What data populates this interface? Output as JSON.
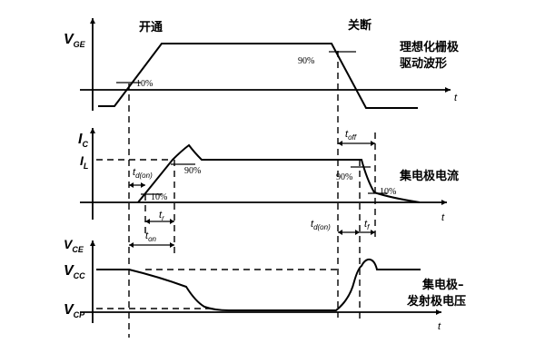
{
  "header": {
    "turn_on": "开通",
    "turn_off": "关断"
  },
  "panels": {
    "gate": {
      "axis": {
        "var": "V",
        "sub": "GE"
      },
      "caption_line1": "理想化栅极",
      "caption_line2": "驱动波形",
      "pct_rise": "10%",
      "pct_fall": "90%"
    },
    "collector_current": {
      "axis": {
        "var": "I",
        "sub": "C"
      },
      "level": {
        "var": "I",
        "sub": "L"
      },
      "caption": "集电极电流",
      "pct_rise_low": "10%",
      "pct_rise_high": "90%",
      "pct_fall_high": "90%",
      "pct_fall_low": "10%"
    },
    "collector_voltage": {
      "axis": {
        "var": "V",
        "sub": "CE"
      },
      "vcc": {
        "var": "V",
        "sub": "CC"
      },
      "vcp": {
        "var": "V",
        "sub": "CP"
      },
      "caption_line1": "集电极–",
      "caption_line2": "发射极电压"
    }
  },
  "time_label": "t",
  "intervals": {
    "td_on": {
      "var": "t",
      "sub": "d(on)"
    },
    "tr": {
      "var": "t",
      "sub": "r"
    },
    "ton": {
      "var": "t",
      "sub": "on"
    },
    "toff": {
      "var": "t",
      "sub": "off"
    },
    "td_off": {
      "var": "t",
      "sub": "d(on)"
    },
    "tf": {
      "var": "t",
      "sub": "f"
    }
  }
}
